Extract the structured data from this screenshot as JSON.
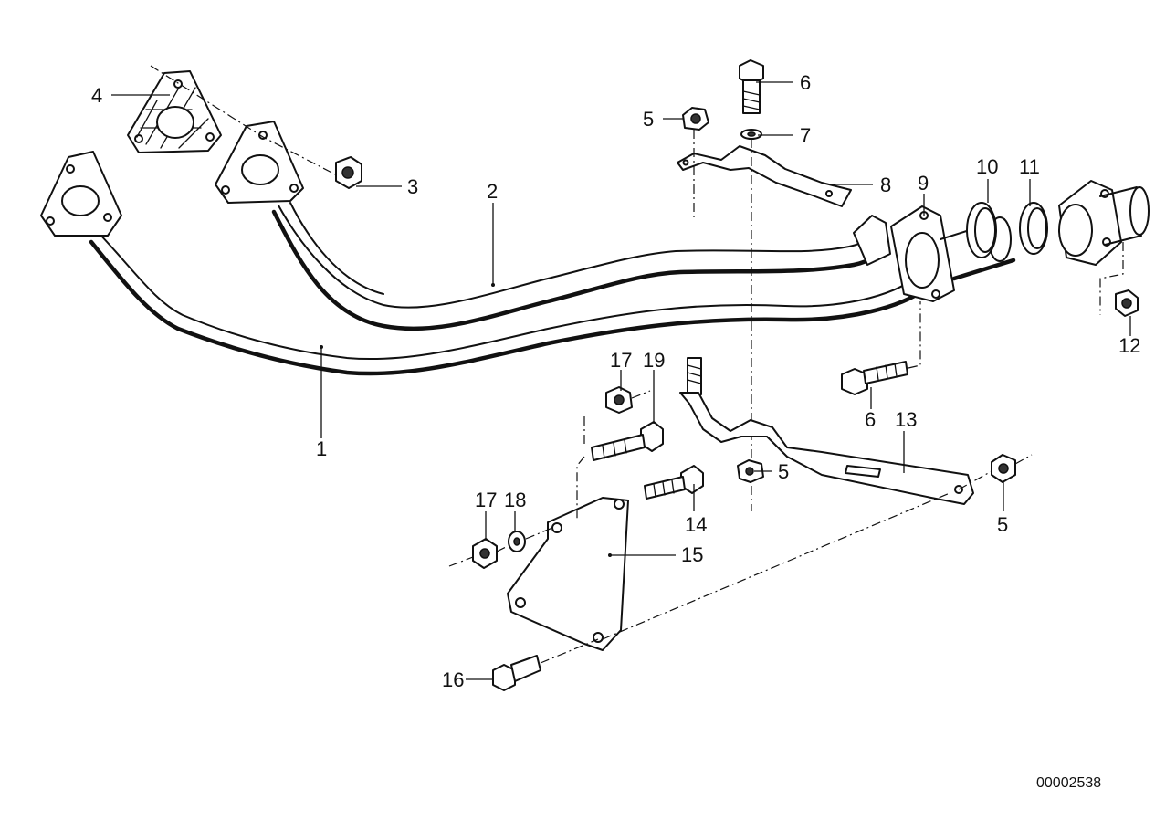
{
  "diagram": {
    "doc_number": "00002538",
    "callouts": [
      {
        "id": "c1",
        "label": "1"
      },
      {
        "id": "c2",
        "label": "2"
      },
      {
        "id": "c3",
        "label": "3"
      },
      {
        "id": "c4",
        "label": "4"
      },
      {
        "id": "c5a",
        "label": "5"
      },
      {
        "id": "c5b",
        "label": "5"
      },
      {
        "id": "c5c",
        "label": "5"
      },
      {
        "id": "c6a",
        "label": "6"
      },
      {
        "id": "c6b",
        "label": "6"
      },
      {
        "id": "c7",
        "label": "7"
      },
      {
        "id": "c8",
        "label": "8"
      },
      {
        "id": "c9",
        "label": "9"
      },
      {
        "id": "c10",
        "label": "10"
      },
      {
        "id": "c11",
        "label": "11"
      },
      {
        "id": "c12",
        "label": "12"
      },
      {
        "id": "c13",
        "label": "13"
      },
      {
        "id": "c14",
        "label": "14"
      },
      {
        "id": "c15",
        "label": "15"
      },
      {
        "id": "c16",
        "label": "16"
      },
      {
        "id": "c17a",
        "label": "17"
      },
      {
        "id": "c17b",
        "label": "17"
      },
      {
        "id": "c18",
        "label": "18"
      },
      {
        "id": "c19",
        "label": "19"
      }
    ]
  }
}
